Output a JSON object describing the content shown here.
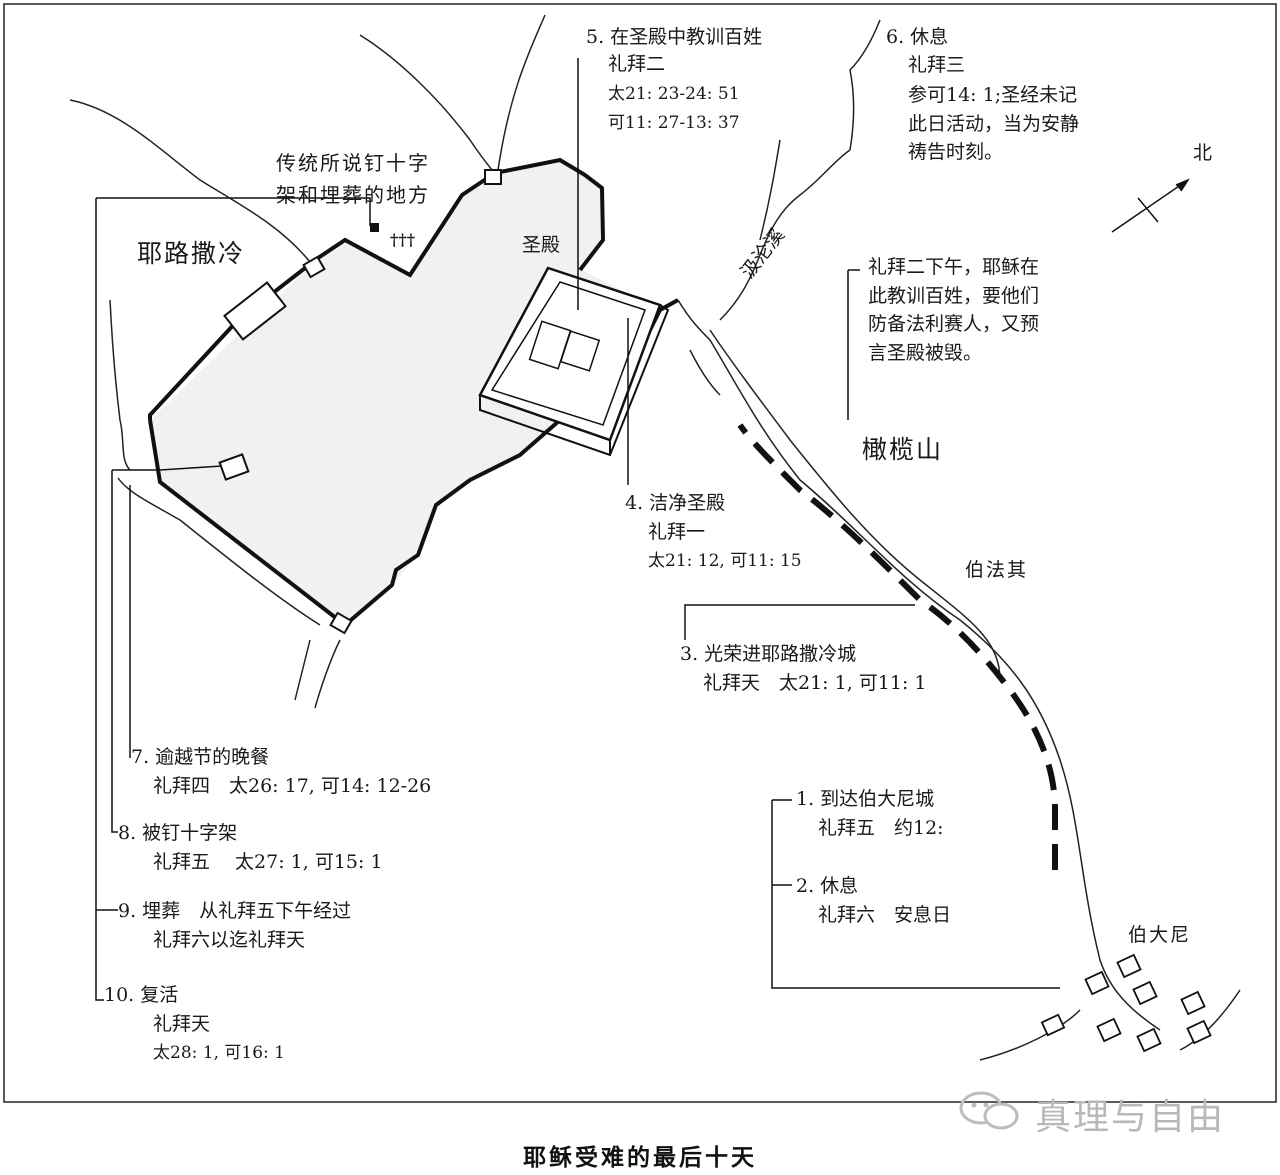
{
  "caption": "耶稣受难的最后十天",
  "compass": {
    "north": "北"
  },
  "places": {
    "jerusalem": "耶路撒冷",
    "temple": "圣殿",
    "kidron": "汲沦溪",
    "olives": "橄榄山",
    "bethphage": "伯法其",
    "bethany": "伯大尼",
    "golgotha_line1": "传统所说钉十字",
    "golgotha_line2": "架和埋葬的地方",
    "golgotha_mark": "†††"
  },
  "notes": {
    "n1": {
      "title": "1. 到达伯大尼城",
      "line2": "礼拜五　约12:"
    },
    "n2": {
      "title": "2. 休息",
      "line2": "礼拜六　安息日"
    },
    "n3": {
      "title": "3. 光荣进耶路撒冷城",
      "line2": "礼拜天　太21: 1, 可11: 1"
    },
    "n4": {
      "title": "4. 洁净圣殿",
      "line2": "礼拜一",
      "line3": "太21: 12, 可11: 15"
    },
    "n5": {
      "title": "5. 在圣殿中教训百姓",
      "line2": "礼拜二",
      "line3": "太21: 23-24: 51",
      "line4": "可11: 27-13: 37"
    },
    "n6": {
      "title": "6. 休息",
      "line2": "礼拜三",
      "line3": "参可14: 1;圣经未记",
      "line4": "此日活动，当为安静",
      "line5": "祷告时刻。"
    },
    "n7": {
      "title": "7. 逾越节的晚餐",
      "line2": "礼拜四　太26: 17, 可14: 12-26"
    },
    "n8": {
      "title": "8. 被钉十字架",
      "line2": "礼拜五　 太27: 1, 可15: 1"
    },
    "n9": {
      "title": "9. 埋葬　从礼拜五下午经过",
      "line2": "礼拜六以迄礼拜天"
    },
    "n10": {
      "title": "10. 复活",
      "line2": "礼拜天",
      "line3": "太28: 1, 可16: 1"
    },
    "olives_note": {
      "line1": "礼拜二下午，耶稣在",
      "line2": "此教训百姓，要他们",
      "line3": "防备法利赛人，又预",
      "line4": "言圣殿被毁。"
    }
  },
  "watermark": "真理与自由"
}
